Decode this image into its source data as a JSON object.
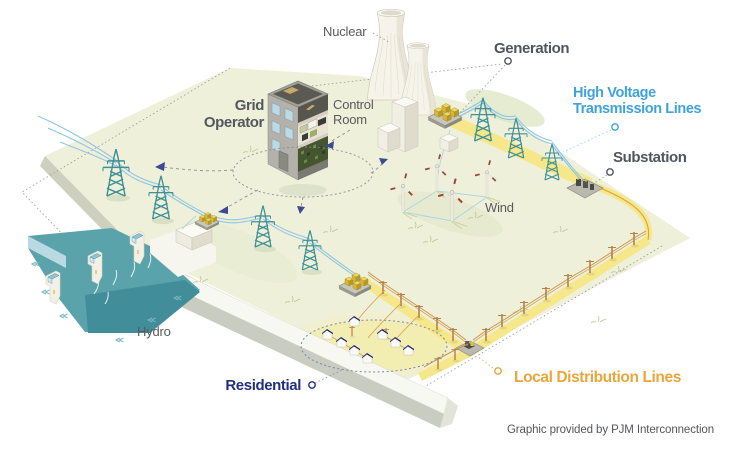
{
  "labels": {
    "nuclear": "Nuclear",
    "control_room_line1": "Control",
    "control_room_line2": "Room",
    "grid_operator_line1": "Grid",
    "grid_operator_line2": "Operator",
    "generation": "Generation",
    "hv_line1": "High Voltage",
    "hv_line2": "Transmission Lines",
    "substation": "Substation",
    "wind": "Wind",
    "hydro": "Hydro",
    "residential": "Residential",
    "local_distribution": "Local Distribution Lines",
    "credit": "Graphic provided by PJM Interconnection"
  },
  "colors": {
    "label_gray": "#595a5c",
    "label_slate": "#4f565e",
    "hv_blue": "#3fa3dc",
    "residential_navy": "#20307e",
    "distribution_orange": "#e9a63b",
    "field_green": "#eef0da",
    "tower_teal": "#3f8f96",
    "wire_blue": "#8fc6e2",
    "water_teal": "#5ba3ab",
    "path_yellow": "#f5e78a",
    "pole_tan": "#b5824a"
  }
}
